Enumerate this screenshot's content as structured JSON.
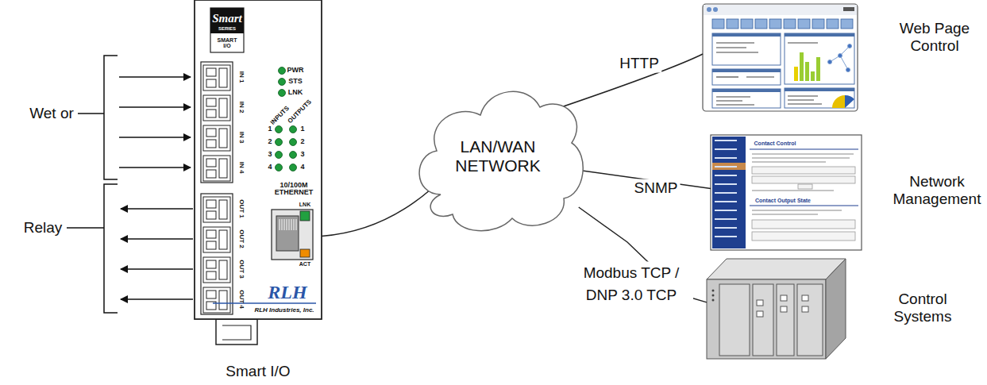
{
  "diagram": {
    "nodes": [
      {
        "text": [
          "Smart I/O"
        ]
      },
      {
        "text": [
          "LAN/WAN NETWORK"
        ]
      },
      {
        "text": [
          "Web Page Control"
        ]
      },
      {
        "text": [
          "Network Management"
        ]
      },
      {
        "text": [
          "Control Systems"
        ]
      }
    ],
    "edges": [
      {
        "from": 0,
        "to": 1,
        "arrow": "none"
      },
      {
        "from": 1,
        "to": 2,
        "label": "HTTP",
        "arrow": "none"
      },
      {
        "from": 1,
        "to": 3,
        "label": "SNMP",
        "arrow": "none"
      },
      {
        "from": 1,
        "to": 4,
        "label": "Modbus TCP / DNP 3.0 TCP",
        "arrow": "none"
      }
    ],
    "labels": [
      "Wet or",
      "Relay",
      "Smart",
      "SERIES",
      "SMART I/O",
      "PWR",
      "STS",
      "LNK",
      "INPUTS",
      "OUTPUTS",
      "1",
      "2",
      "3",
      "4",
      "1",
      "2",
      "3",
      "4",
      "IN 1",
      "IN 2",
      "IN 3",
      "IN 4",
      "OUT 1",
      "OUT 2",
      "OUT 3",
      "OUT 4",
      "10/100M ETHERNET",
      "LNK",
      "ACT",
      "RLH",
      "RLH Industries, Inc.",
      "Contact Control",
      "Contact Output State"
    ]
  }
}
